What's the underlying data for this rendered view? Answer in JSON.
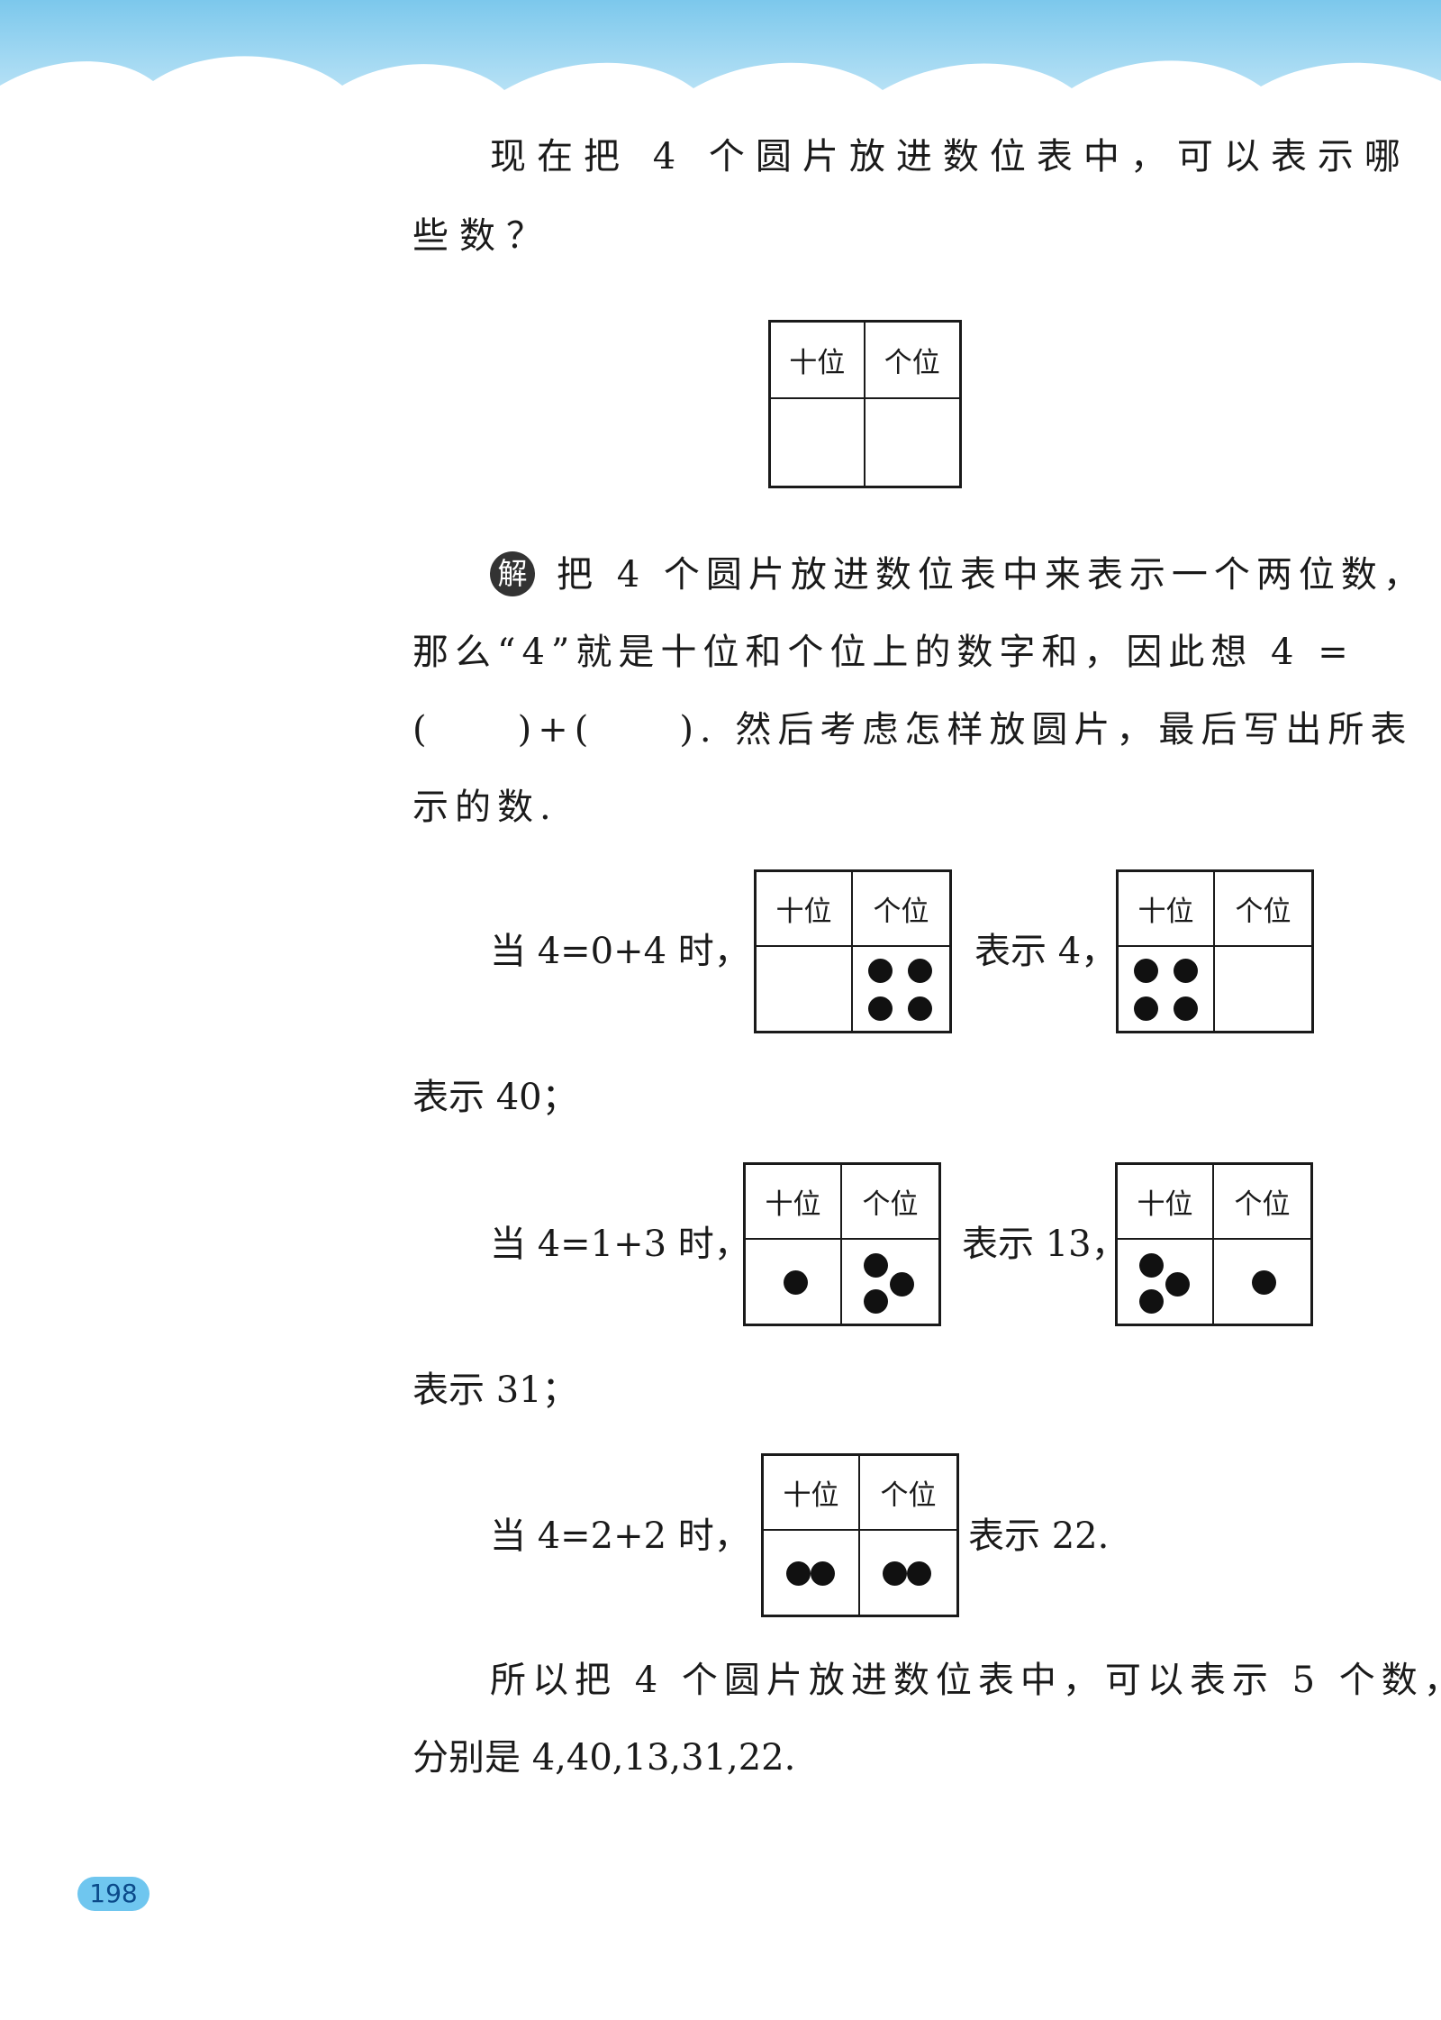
{
  "question": {
    "line1": "现在把 4 个圆片放进数位表中，可以表示哪",
    "line2": "些数？"
  },
  "table_headers": {
    "tens": "十位",
    "ones": "个位"
  },
  "solution": {
    "badge": "解",
    "line1": "把 4 个圆片放进数位表中来表示一个两位数，",
    "line2": "那么“4”就是十位和个位上的数字和，因此想 4 =",
    "line3": "(　　)+(　　). 然后考虑怎样放圆片，最后写出所表",
    "line4": "示的数."
  },
  "cases": [
    {
      "prefix": "当 4=0+4 时，",
      "first": "表示 4，",
      "second": "表示 40；"
    },
    {
      "prefix": "当 4=1+3 时，",
      "first": "表示 13，",
      "second": "表示 31；"
    },
    {
      "prefix": "当 4=2+2 时，",
      "first": "表示 22."
    }
  ],
  "conclusion": {
    "line1": "所以把 4 个圆片放进数位表中，可以表示 5 个数，",
    "line2": "分别是 4,40,13,31,22."
  },
  "page_number": "198",
  "colors": {
    "sky_top": "#8fd0ee",
    "sky_bottom": "#ffffff",
    "page_badge": "#6fc6ef"
  }
}
